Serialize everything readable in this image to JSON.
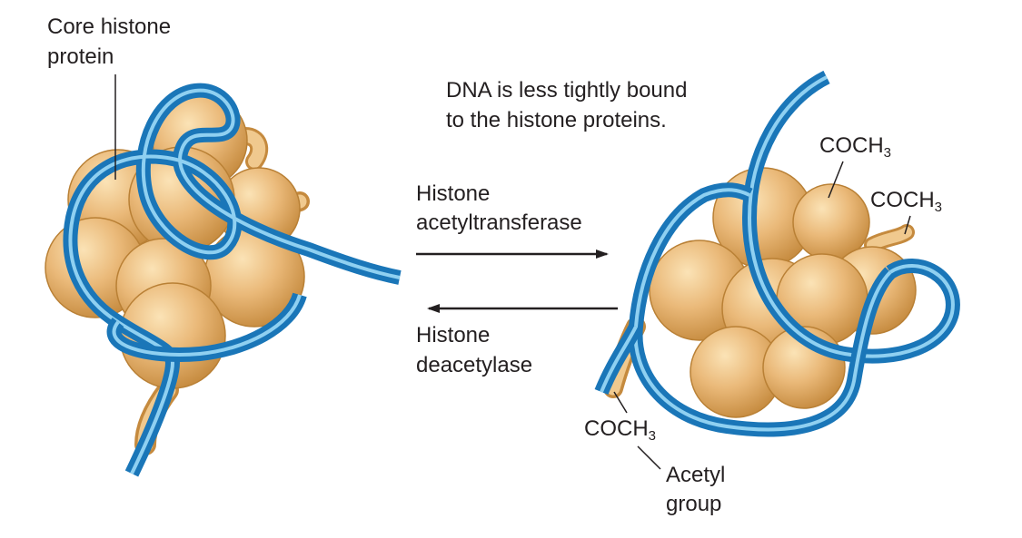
{
  "labels": {
    "core_histone_line1": "Core histone",
    "core_histone_line2": "protein",
    "dna_note_line1": "DNA is less tightly bound",
    "dna_note_line2": "to the histone proteins.",
    "hat_line1": "Histone",
    "hat_line2": "acetyltransferase",
    "hdac_line1": "Histone",
    "hdac_line2": "deacetylase",
    "acetyl_line1": "Acetyl",
    "acetyl_line2": "group"
  },
  "coch3_groups": [
    {
      "base": "COCH",
      "subscript": "3"
    },
    {
      "base": "COCH",
      "subscript": "3"
    },
    {
      "base": "COCH",
      "subscript": "3"
    }
  ],
  "colors": {
    "histone_fill": "#e8b978",
    "histone_highlight": "#f8dcaa",
    "histone_shadow": "#c58a3e",
    "dna_outer": "#1a76b8",
    "dna_inner": "#7ec3ea",
    "arrow": "#231f20",
    "text": "#231f20"
  }
}
